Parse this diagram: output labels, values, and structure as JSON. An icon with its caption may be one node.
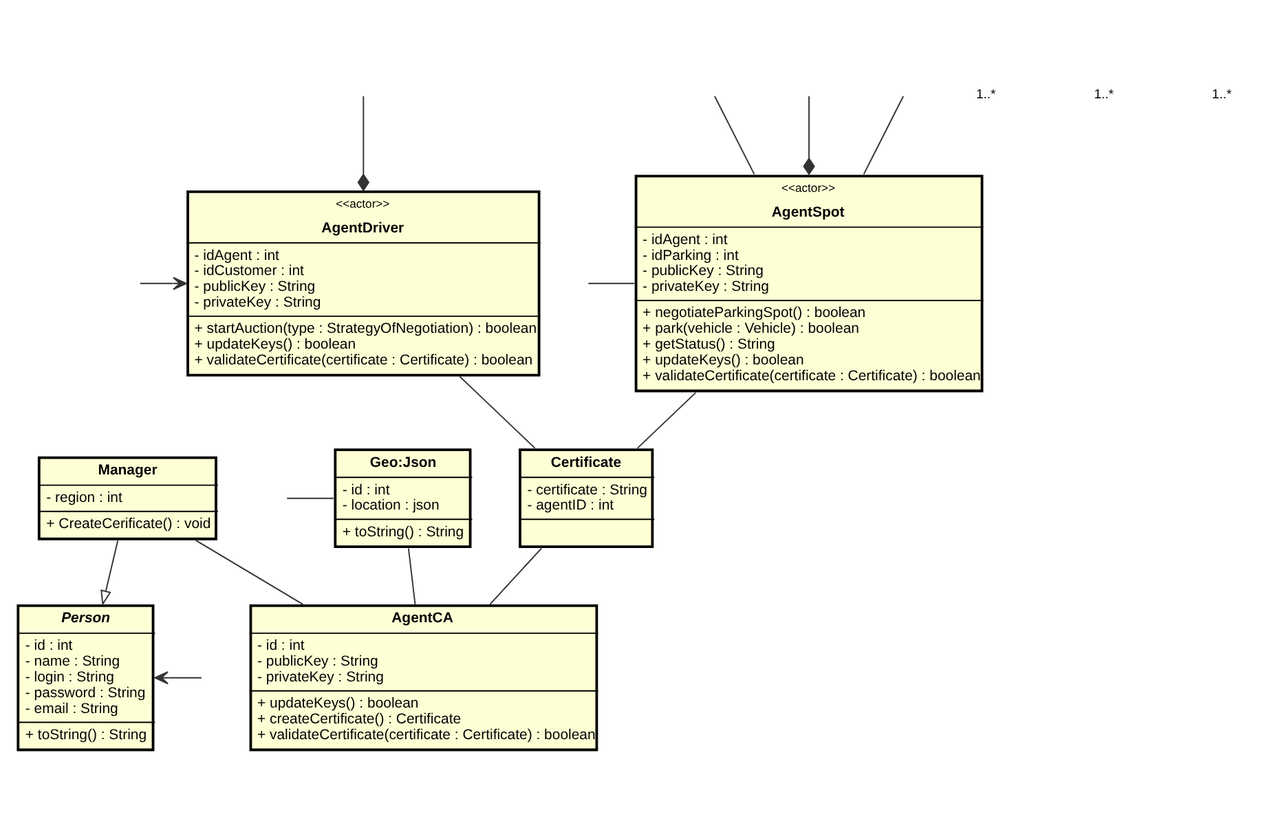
{
  "diagram": {
    "nodes": [
      {
        "text": [
          "<<actor>>",
          "AgentSpot",
          "- idAgent : int",
          "- idParking : int",
          "- publicKey : String",
          "- privateKey : String",
          "+ negotiateParkingSpot() : boolean",
          "+ park(vehicle : Vehicle) : boolean",
          "+ getStatus() : String",
          "+ updateKeys() : boolean",
          "+ validateCertificate(certificate : Certificate) : boolean"
        ]
      },
      {
        "text": [
          "<<actor>>",
          "AgentDriver",
          "- idAgent : int",
          "- idCustomer : int",
          "- publicKey : String",
          "- privateKey : String",
          "+ startAuction(type : StrategyOfNegotiation) : boolean",
          "+ updateKeys() : boolean",
          "+ validateCertificate(certificate : Certificate) : boolean"
        ]
      },
      {
        "text": [
          "Certificate",
          "- certificate : String",
          "- agentID : int"
        ]
      },
      {
        "text": [
          "Person",
          "- id : int",
          "- name : String",
          "- login : String",
          "- password : String",
          "- email : String",
          "+ toString() : String"
        ]
      },
      {
        "text": [
          "Manager",
          "- region : int",
          "+ CreateCerificate() : void"
        ]
      },
      {
        "text": [
          "Geo:Json",
          "- id : int",
          "- location : json",
          "+ toString() : String"
        ]
      },
      {
        "text": [
          "AgentCA",
          "- id : int",
          "- publicKey : String",
          "- privateKey : String",
          "+ updateKeys() : boolean",
          "+ createCertificate() : Certificate",
          "+ validateCertificate(certificate : Certificate) : boolean"
        ]
      }
    ],
    "edges": [
      {
        "from": 0,
        "to": 2,
        "arrow": "none"
      },
      {
        "from": 1,
        "to": 2,
        "arrow": "none"
      },
      {
        "from": 2,
        "to": 6,
        "arrow": "none"
      },
      {
        "from": 4,
        "to": 3,
        "arrow": "to"
      },
      {
        "from": 4,
        "to": 6,
        "arrow": "none"
      },
      {
        "from": 5,
        "to": 6,
        "arrow": "none"
      },
      {
        "from": null,
        "to": 0,
        "arrow": "none"
      },
      {
        "from": null,
        "to": 0,
        "arrow": "none"
      },
      {
        "from": null,
        "to": 0,
        "arrow": "other"
      },
      {
        "from": null,
        "to": 0,
        "arrow": "none"
      },
      {
        "from": null,
        "to": 1,
        "arrow": "other"
      },
      {
        "from": null,
        "to": 1,
        "arrow": "to"
      },
      {
        "from": null,
        "to": 3,
        "arrow": "to"
      },
      {
        "from": null,
        "to": 5,
        "arrow": "none"
      }
    ],
    "labels": [
      "1..*",
      "1..*",
      "1..*"
    ]
  }
}
